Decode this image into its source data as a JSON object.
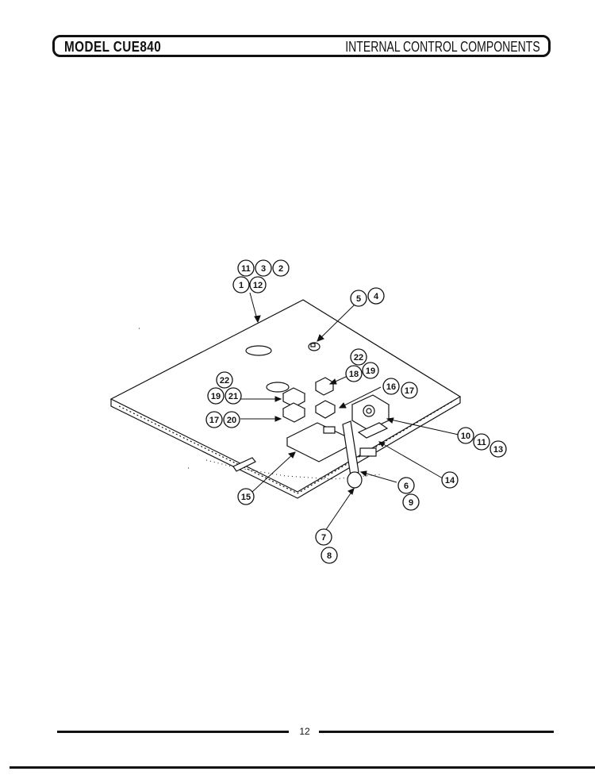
{
  "header": {
    "model": "MODEL CUE840",
    "title": "INTERNAL CONTROL COMPONENTS"
  },
  "page_number": "12",
  "callouts": {
    "c11a": "11",
    "c3": "3",
    "c2": "2",
    "c1": "1",
    "c12": "12",
    "c5": "5",
    "c4": "4",
    "c22a": "22",
    "c18": "18",
    "c19a": "19",
    "c16": "16",
    "c17a": "17",
    "c22b": "22",
    "c19b": "19",
    "c21": "21",
    "c17b": "17",
    "c20": "20",
    "c10": "10",
    "c11b": "11",
    "c13": "13",
    "c14": "14",
    "c15": "15",
    "c6": "6",
    "c9": "9",
    "c7": "7",
    "c8": "8"
  }
}
